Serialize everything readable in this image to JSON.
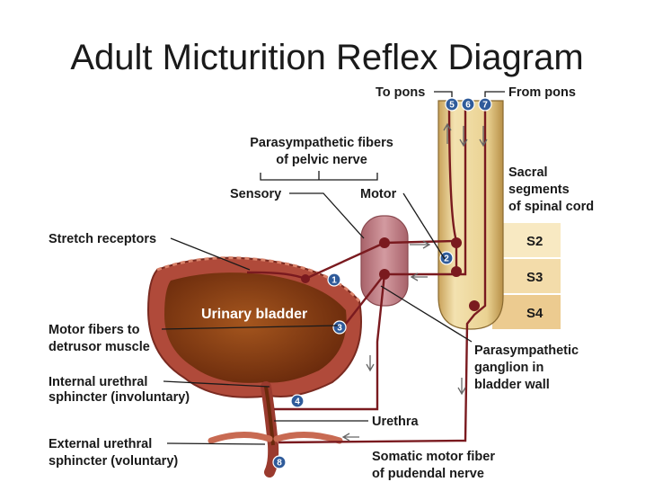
{
  "title": "Adult Micturition Reflex Diagram",
  "labels": {
    "to_pons": "To pons",
    "from_pons": "From pons",
    "parasympathetic_fibers_line1": "Parasympathetic fibers",
    "parasympathetic_fibers_line2": "of pelvic nerve",
    "sensory": "Sensory",
    "motor": "Motor",
    "sacral_line1": "Sacral",
    "sacral_line2": "segments",
    "sacral_line3": "of spinal cord",
    "s2": "S2",
    "s3": "S3",
    "s4": "S4",
    "stretch_receptors": "Stretch receptors",
    "urinary_bladder": "Urinary bladder",
    "motor_fibers_line1": "Motor fibers to",
    "motor_fibers_line2": "detrusor muscle",
    "internal_line1": "Internal urethral",
    "internal_line2": "sphincter (involuntary)",
    "external_line1": "External urethral",
    "external_line2": "sphincter (voluntary)",
    "ganglion_line1": "Parasympathetic",
    "ganglion_line2": "ganglion in",
    "ganglion_line3": "bladder wall",
    "urethra": "Urethra",
    "somatic_line1": "Somatic motor fiber",
    "somatic_line2": "of pudendal nerve"
  },
  "steps": [
    "1",
    "2",
    "3",
    "4",
    "5",
    "6",
    "7",
    "8"
  ],
  "colors": {
    "nerve": "#7a1a1f",
    "bladder_wall": "#b04a3a",
    "bladder_lumen": "#8a3e14",
    "spinal_cord": "#e8cf90",
    "step_marker": "#2f5b9a"
  }
}
